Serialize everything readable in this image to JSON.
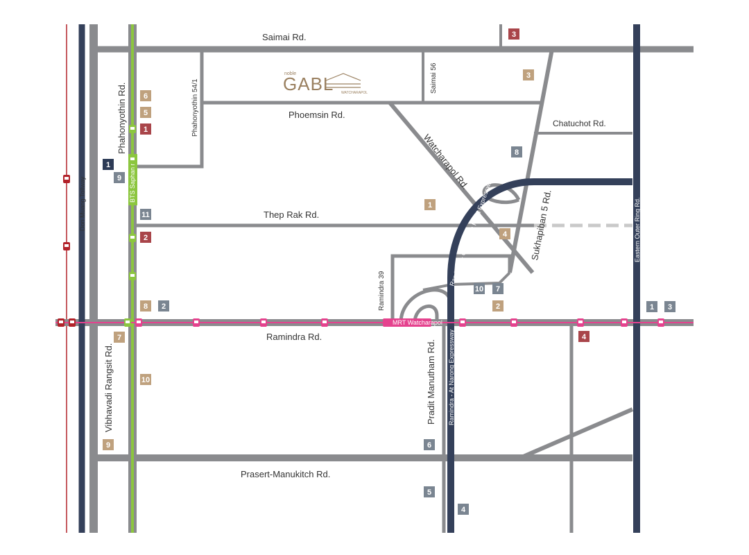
{
  "roads": {
    "saimai": "Saimai Rd.",
    "phoemsin": "Phoemsin Rd.",
    "chatuchot": "Chatuchot Rd.",
    "thep_rak": "Thep Rak Rd.",
    "ramindra": "Ramindra Rd.",
    "prasert": "Prasert-Manukitch Rd.",
    "phahonyothin": "Phahonyothin Rd.",
    "phahonyothin_54_1": "Phahonyothin 54/1",
    "saimai_56": "Saimai 56",
    "watcharapol": "Watcharapol Rd.",
    "sukhapiban_5": "Sukhapiban 5 Rd.",
    "ramindra_39": "Ramindra 39",
    "pradit": "Pradit Manutham Rd.",
    "vibhavadi": "Vibhavadi Rangsit Rd.",
    "don_muang": "Don Muang Tollway",
    "eastern_outer": "Eastern Outer Ring Rd.",
    "ramindra_outer": "Ramindra - Outer Ring Road Expressway",
    "ramindra_at_narong": "Ramindra - At Narong Expressway"
  },
  "project": {
    "brand": "noble",
    "name": "GABL",
    "sub": "WATCHARAPOL"
  },
  "stations": {
    "mrt_label": "MRT Watcharapol",
    "bts_label": "BTS Saphan mai"
  },
  "colors": {
    "road": "#8a8b8e",
    "highway": "#34405a",
    "bts": "#8cc63f",
    "mrt": "#e5428e",
    "rail": "#b2222a",
    "badge_tan": "#bfa17e",
    "badge_red": "#a9454a",
    "badge_gray": "#7a8591",
    "badge_navy": "#2d3b56"
  },
  "badges": [
    {
      "text": "6",
      "color": "tan"
    },
    {
      "text": "5",
      "color": "tan"
    },
    {
      "text": "1",
      "color": "red"
    },
    {
      "text": "1",
      "color": "navy"
    },
    {
      "text": "9",
      "color": "gray"
    },
    {
      "text": "11",
      "color": "gray"
    },
    {
      "text": "2",
      "color": "red"
    },
    {
      "text": "8",
      "color": "tan"
    },
    {
      "text": "2",
      "color": "gray"
    },
    {
      "text": "7",
      "color": "tan"
    },
    {
      "text": "10",
      "color": "tan"
    },
    {
      "text": "9",
      "color": "tan"
    },
    {
      "text": "3",
      "color": "red"
    },
    {
      "text": "3",
      "color": "tan"
    },
    {
      "text": "8",
      "color": "gray"
    },
    {
      "text": "1",
      "color": "tan"
    },
    {
      "text": "4",
      "color": "tan"
    },
    {
      "text": "10",
      "color": "gray"
    },
    {
      "text": "7",
      "color": "gray"
    },
    {
      "text": "2",
      "color": "tan"
    },
    {
      "text": "4",
      "color": "red"
    },
    {
      "text": "1",
      "color": "gray"
    },
    {
      "text": "3",
      "color": "gray"
    },
    {
      "text": "6",
      "color": "gray"
    },
    {
      "text": "5",
      "color": "gray"
    },
    {
      "text": "4",
      "color": "gray"
    }
  ]
}
